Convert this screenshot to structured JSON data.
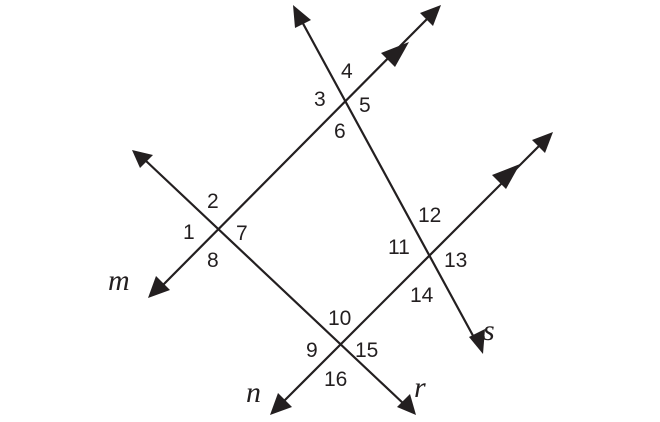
{
  "colors": {
    "ink": "#231f20",
    "background": "#ffffff"
  },
  "lines": [
    {
      "id": "m",
      "label": "m",
      "parallel_marker": true
    },
    {
      "id": "n",
      "label": "n",
      "parallel_marker": true
    },
    {
      "id": "r",
      "label": "r",
      "parallel_marker": false
    },
    {
      "id": "s",
      "label": "s",
      "parallel_marker": false
    }
  ],
  "angles": {
    "a1": "1",
    "a2": "2",
    "a3": "3",
    "a4": "4",
    "a5": "5",
    "a6": "6",
    "a7": "7",
    "a8": "8",
    "a9": "9",
    "a10": "10",
    "a11": "11",
    "a12": "12",
    "a13": "13",
    "a14": "14",
    "a15": "15",
    "a16": "16"
  }
}
